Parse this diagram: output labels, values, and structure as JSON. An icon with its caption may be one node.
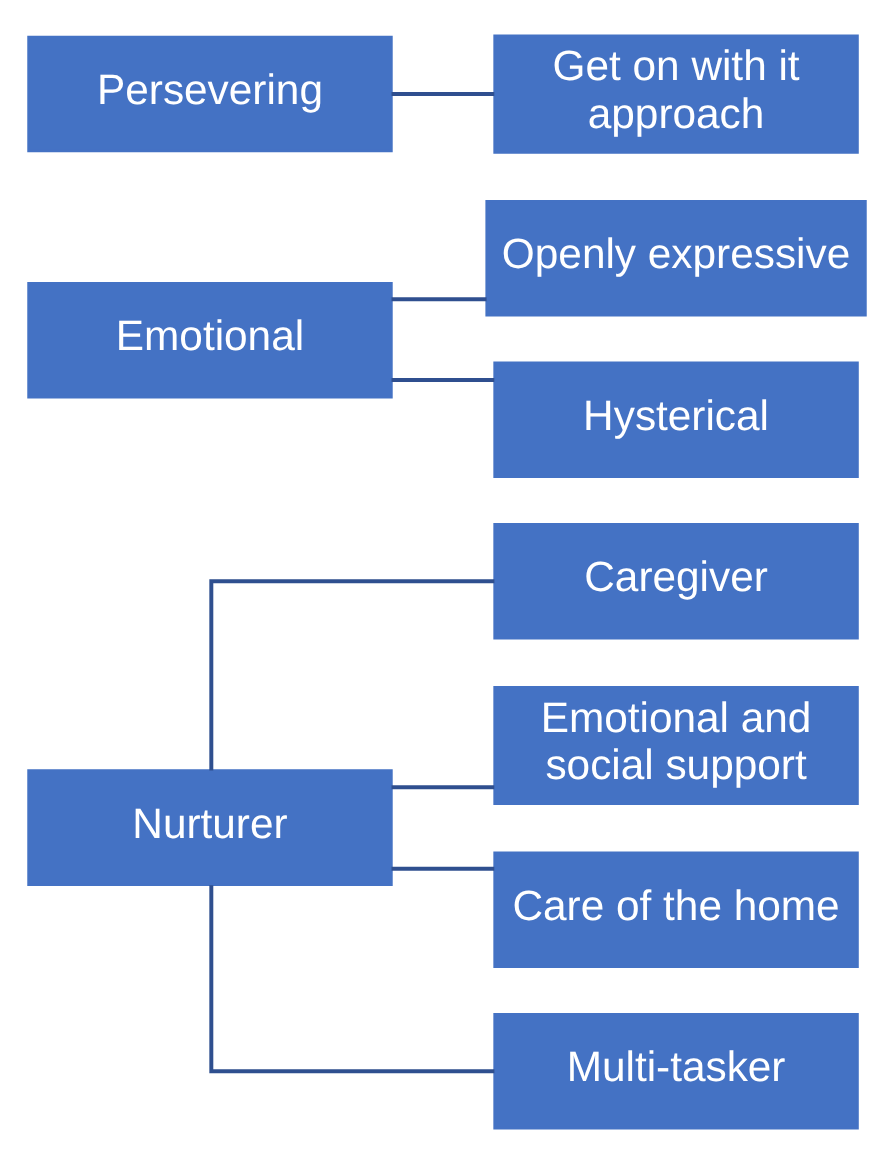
{
  "diagram": {
    "nodes": [
      {
        "text": [
          "Nurturer"
        ]
      },
      {
        "text": [
          "Caregiver"
        ]
      },
      {
        "text": [
          "Emotional and social support"
        ]
      },
      {
        "text": [
          "Care of the home"
        ]
      },
      {
        "text": [
          "Multi-tasker"
        ]
      },
      {
        "text": [
          "Emotional"
        ]
      },
      {
        "text": [
          "Openly expressive"
        ]
      },
      {
        "text": [
          "Hysterical"
        ]
      },
      {
        "text": [
          "Persevering"
        ]
      },
      {
        "text": [
          "Get on with it approach"
        ]
      }
    ],
    "edges": [
      {
        "from": 0,
        "to": 1,
        "arrow": "none"
      },
      {
        "from": 0,
        "to": 2,
        "arrow": "none"
      },
      {
        "from": 0,
        "to": 3,
        "arrow": "none"
      },
      {
        "from": 0,
        "to": 4,
        "arrow": "none"
      },
      {
        "from": 5,
        "to": 6,
        "arrow": "none"
      },
      {
        "from": 5,
        "to": 7,
        "arrow": "none"
      },
      {
        "from": 8,
        "to": 9,
        "arrow": "none"
      }
    ]
  }
}
